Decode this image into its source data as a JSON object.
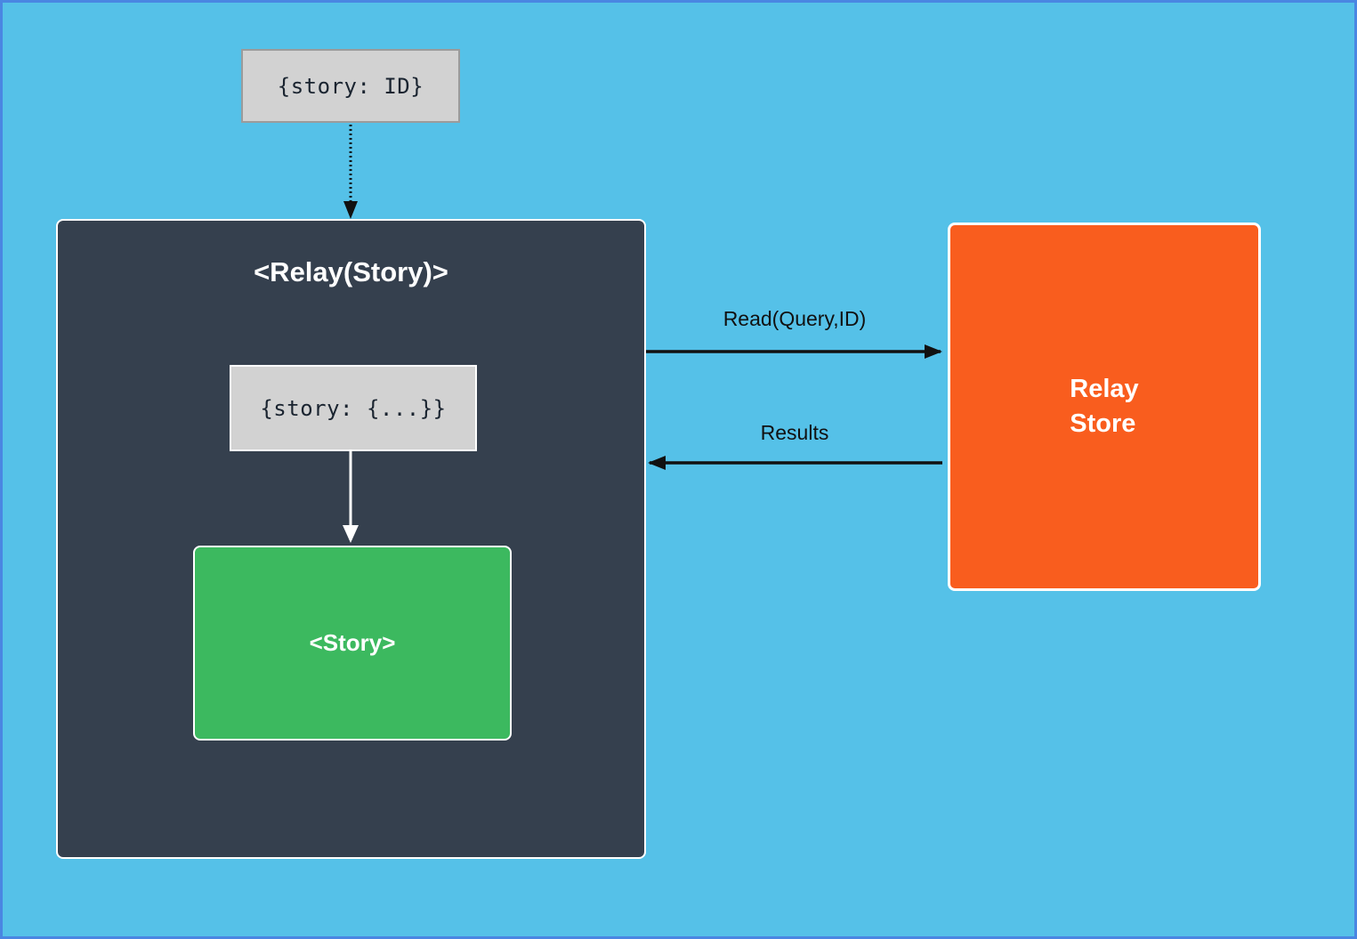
{
  "nodes": {
    "story_id": {
      "label": "{story: ID}"
    },
    "relay_container": {
      "title": "<Relay(Story)>"
    },
    "story_props": {
      "label": "{story: {...}}"
    },
    "story_component": {
      "label": "<Story>"
    },
    "relay_store": {
      "lines": [
        "Relay",
        "Store"
      ]
    }
  },
  "edges": {
    "read": {
      "label": "Read(Query,ID)"
    },
    "results": {
      "label": "Results"
    }
  },
  "colors": {
    "background": "#55c1e8",
    "frame": "#4a86e2",
    "container_fill": "#35404e",
    "gray_fill": "#d2d2d2",
    "gray_border": "#9b9b9b",
    "green_fill": "#3cb95f",
    "orange_fill": "#f95d1e",
    "box_border_white": "#ffffff",
    "arrow_black": "#111111",
    "arrow_white": "#ffffff",
    "text_dark": "#1a2430",
    "text_white": "#ffffff"
  }
}
